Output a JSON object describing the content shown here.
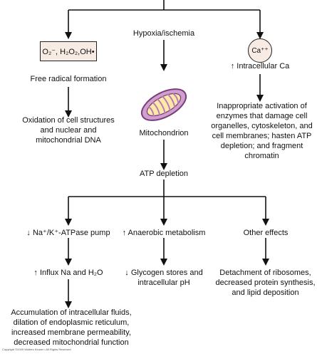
{
  "center": {
    "hypoxia": "Hypoxia/ischemia",
    "mitochondrion": "Mitochondrion",
    "atp_depletion": "ATP depletion"
  },
  "left": {
    "box_text": "O₂⁻, H₂O₂,OH•",
    "free_radical": "Free radical formation",
    "oxidation": "Oxidation of cell structures and nuclear and mitochondrial DNA"
  },
  "right": {
    "circle_text": "Ca⁺⁺",
    "intracellular_ca": "↑ Intracellular Ca",
    "activation": "Inappropriate activation of enzymes that damage cell organelles, cytoskeleton, and cell membranes; hasten ATP depletion; and fragment chromatin"
  },
  "branches": {
    "pump": "↓ Na⁺/K⁺-ATPase pump",
    "influx": "↑ Influx Na and H₂O",
    "accumulation": "Accumulation of intracellular fluids, dilation of endoplasmic reticulum, increased membrane permeability, decreased mitochondrial function",
    "anaerobic": "↑ Anaerobic metabolism",
    "glycogen": "↓ Glycogen stores and intracellular pH",
    "other": "Other effects",
    "detachment": "Detachment of ribosomes, decreased protein synthesis, and lipid deposition"
  },
  "credit": "Copyright ©2009 Wolters Kluwer • All Rights Reserved",
  "colors": {
    "box_fill": "#f7ebe3",
    "mitochondrion_outer": "#cfa0cf",
    "mitochondrion_inner": "#ffe9a6",
    "mitochondrion_outline": "#7a3b7a"
  }
}
